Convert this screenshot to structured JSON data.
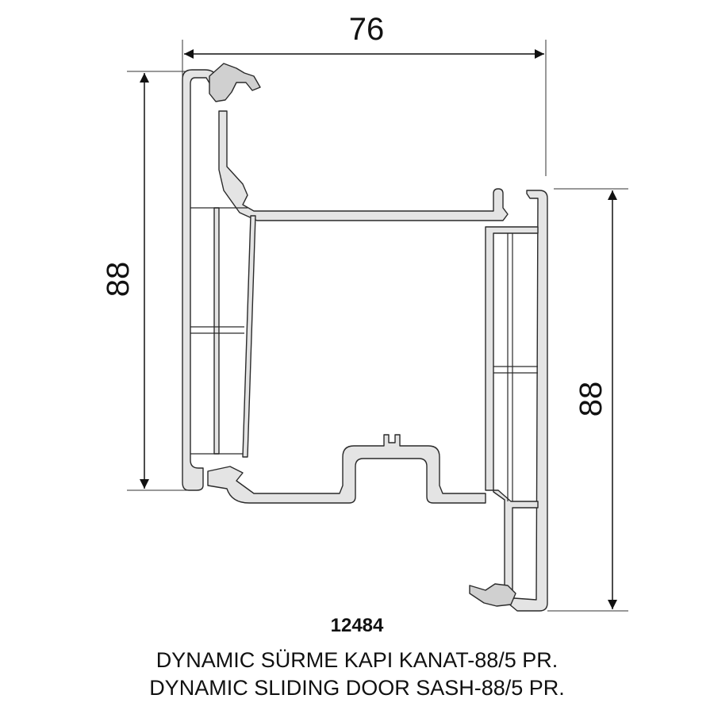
{
  "dimensions": {
    "width_label": "76",
    "left_height_label": "88",
    "right_height_label": "88"
  },
  "caption": {
    "code": "12484",
    "line_tr": "DYNAMIC SÜRME KAPI KANAT-88/5 PR.",
    "line_en": "DYNAMIC SLIDING DOOR SASH-88/5 PR."
  },
  "colors": {
    "profile_fill": "#e4e4e4",
    "line": "#2a2a2a"
  }
}
